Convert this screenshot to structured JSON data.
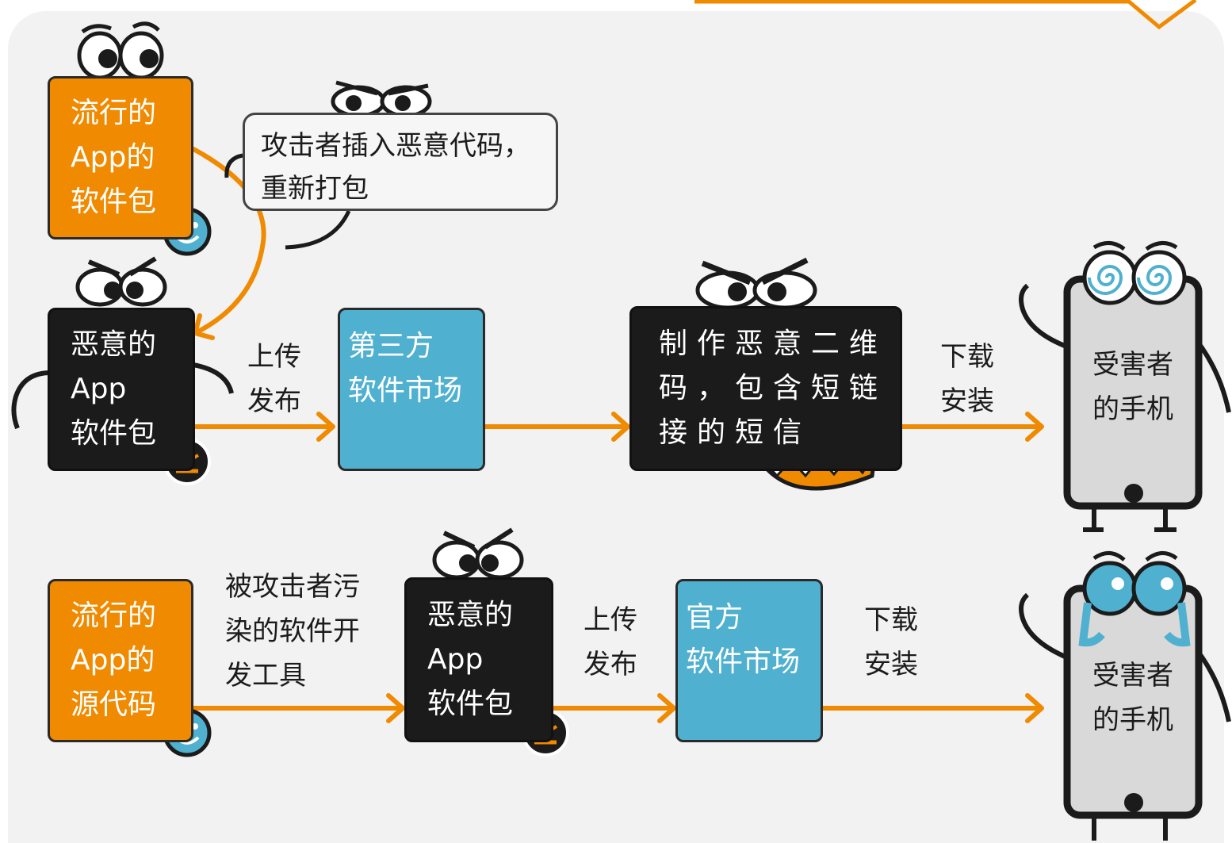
{
  "nodes": {
    "popular_app_package": [
      "流行的",
      "App的",
      "软件包"
    ],
    "bubble_text": [
      "攻击者插入恶意代码，",
      "重新打包"
    ],
    "malicious_package_1": [
      "恶意的",
      "App",
      "软件包"
    ],
    "upload_1": [
      "上传",
      "发布"
    ],
    "third_party_market": [
      "第三方",
      "软件市场"
    ],
    "qr_code_box": [
      "制作恶意二维",
      "码，包含短链",
      "接的短信"
    ],
    "download_1": [
      "下载",
      "安装"
    ],
    "victim_phone_1": [
      "受害者",
      "的手机"
    ],
    "popular_app_source": [
      "流行的",
      "App的",
      "源代码"
    ],
    "polluted_tools": [
      "被攻击者污",
      "染的软件开",
      "发工具"
    ],
    "malicious_package_2": [
      "恶意的",
      "App",
      "软件包"
    ],
    "upload_2": [
      "上传",
      "发布"
    ],
    "official_market": [
      "官方",
      "软件市场"
    ],
    "download_2": [
      "下载",
      "安装"
    ],
    "victim_phone_2": [
      "受害者",
      "的手机"
    ]
  },
  "colors": {
    "orange": "#f08a00",
    "blue": "#4fb0cf",
    "black": "#1b1b1b",
    "panel": "#f2f2f3",
    "phone": "#d9d9d9"
  },
  "icons": [
    "smile-face-icon",
    "angry-face-icon",
    "cartoon-eyes-icon",
    "dizzy-eyes-icon",
    "crying-eyes-icon",
    "fangs-mouth-icon"
  ]
}
